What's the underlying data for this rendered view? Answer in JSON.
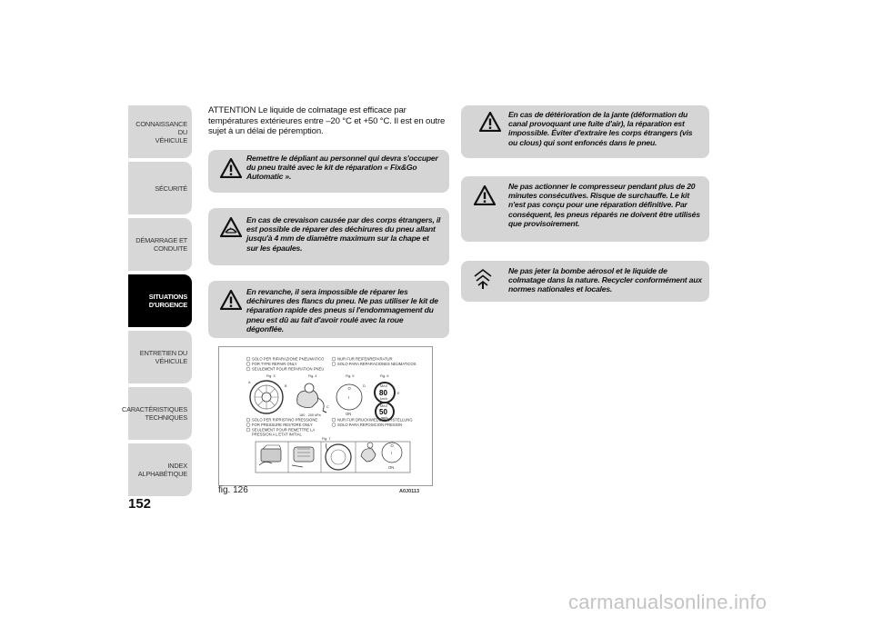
{
  "sidebar": {
    "tabs": [
      {
        "label": "CONNAISSANCE DU\nVÉHICULE",
        "active": false
      },
      {
        "label": "SÉCURITÉ",
        "active": false
      },
      {
        "label": "DÉMARRAGE ET\nCONDUITE",
        "active": false
      },
      {
        "label": "SITUATIONS\nD'URGENCE",
        "active": true
      },
      {
        "label": "ENTRETIEN DU\nVÉHICULE",
        "active": false
      },
      {
        "label": "CARACTÉRISTIQUES\nTECHNIQUES",
        "active": false
      },
      {
        "label": "INDEX\nALPHABÉTIQUE",
        "active": false
      }
    ]
  },
  "page_number": "152",
  "intro_text": "ATTENTION Le liquide de colmatage est efficace par températures extérieures entre –20 °C et +50 °C. Il est en outre sujet à un délai de péremption.",
  "warnings": [
    {
      "icon": "warning-triangle-icon",
      "text": "Remettre le dépliant au personnel qui devra s'occuper du pneu traité avec le kit de réparation « Fix&Go Automatic »."
    },
    {
      "icon": "tire-warning-icon",
      "text": "En cas de crevaison causée par des corps étrangers, il est possible de réparer des déchirures du pneu allant jusqu'à 4 mm de diamètre maximum sur la chape et sur les épaules."
    },
    {
      "icon": "warning-triangle-icon",
      "text": "En revanche, il sera impossible de réparer les déchirures des flancs du pneu. Ne pas utiliser le kit de réparation rapide des pneus si l'endommagement du pneu est dû au fait d'avoir roulé avec la roue dégonflée."
    },
    {
      "icon": "warning-triangle-icon",
      "text": "En cas de détérioration de la jante (déformation du canal provoquant une fuite d'air), la réparation est impossible. Éviter d'extraire les corps étrangers (vis ou clous) qui sont enfoncés dans le pneu."
    },
    {
      "icon": "warning-triangle-icon",
      "text": "Ne pas actionner le compresseur pendant plus de 20 minutes consécutives. Risque de surchauffe. Le kit n'est pas conçu pour une réparation définitive. Par conséquent, les pneus réparés ne doivent être utilisés que provisoirement."
    },
    {
      "icon": "environment-icon",
      "text": "Ne pas jeter la bombe aérosol et le liquide de colmatage dans la nature. Recycler conformément aux normes nationales et locales."
    }
  ],
  "figure": {
    "caption": "fig. 126",
    "code": "A0J0113",
    "labels_top": [
      {
        "n": "1",
        "t": "SOLO PER RIPARAZIONE PNEUMATICO"
      },
      {
        "n": "2",
        "t": "FOR TYPE REPAIR ONLY"
      },
      {
        "n": "3",
        "t": "SEULEMENT POUR REPARATION PNEU"
      },
      {
        "n": "4",
        "t": "NUR FUR REIFENREPARATUR"
      },
      {
        "n": "5",
        "t": "SOLO PARA REPARACIONES NEUMATICOS"
      }
    ],
    "labels_bottom": [
      {
        "n": "1",
        "t": "SOLO PER RIPRISTINO PRESSIONE"
      },
      {
        "n": "2",
        "t": "FOR PRESSURE RESTORE ONLY"
      },
      {
        "n": "3",
        "t": "SEULEMENT POUR REMETTRE LA"
      },
      {
        "n": "",
        "t": "PRESSION A L'ETAT INITIAL"
      },
      {
        "n": "4",
        "t": "NUR FUR DRUCKWIEDERHERSTELLUNG"
      },
      {
        "n": "5",
        "t": "SOLO PARA REPOSICION PRESION"
      }
    ],
    "fig_labels": [
      "Fig. 3",
      "Fig. 4",
      "Fig. 5",
      "Fig. 6",
      "Fig. 7"
    ],
    "markers": [
      "A",
      "B",
      "C",
      "D",
      "E"
    ],
    "pressure_text": "180 - 200 kPa",
    "switch_labels": [
      "I",
      "O",
      "ON"
    ],
    "sign_values": [
      "80",
      "50"
    ],
    "sign_units": [
      "km/h",
      "mph"
    ],
    "sign_words": [
      "MAX",
      "MAX"
    ]
  },
  "watermark": "carmanualsonline.info"
}
